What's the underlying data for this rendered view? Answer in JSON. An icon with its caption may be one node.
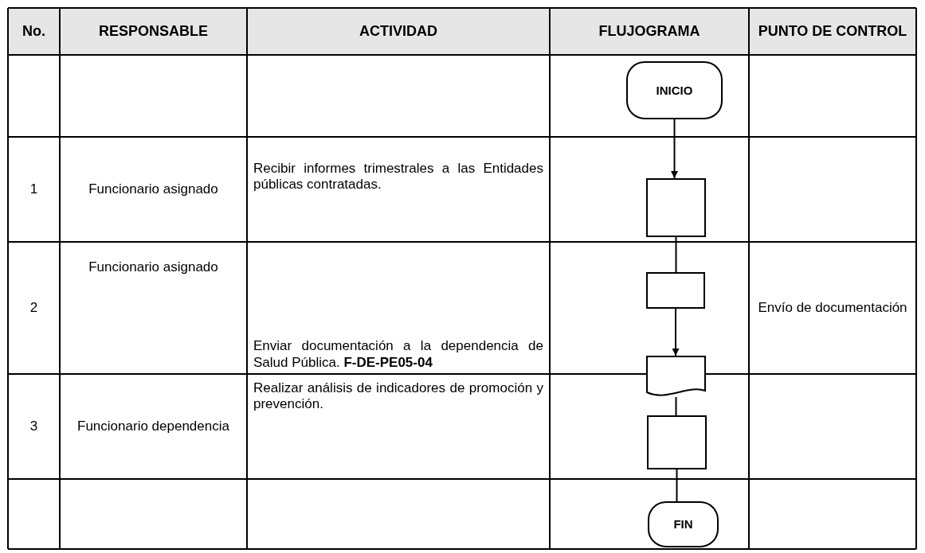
{
  "diagram": {
    "nodes": [
      {
        "text": [
          "INICIO"
        ]
      },
      {
        "text": [],
        "shape": "box"
      },
      {
        "text": [],
        "shape": "box"
      },
      {
        "text": [],
        "shape": "document"
      },
      {
        "text": [],
        "shape": "box"
      },
      {
        "text": [
          "FIN"
        ]
      }
    ],
    "edges": [
      {
        "from": 0,
        "to": 1,
        "arrow": "to"
      },
      {
        "from": 1,
        "to": 2,
        "arrow": "none"
      },
      {
        "from": 2,
        "to": 3,
        "arrow": "to"
      },
      {
        "from": 3,
        "to": 4,
        "arrow": "none"
      },
      {
        "from": 4,
        "to": 5,
        "arrow": "none"
      }
    ],
    "labels": [
      "No.",
      "RESPONSABLE",
      "ACTIVIDAD",
      "FLUJOGRAMA",
      "PUNTO DE CONTROL",
      "1",
      "Funcionario asignado",
      "Recibir informes trimestrales a las Entidades públicas contratadas.",
      "2",
      "Funcionario asignado",
      "Enviar documentación a la dependencia de Salud Pública. **F-DE-PE05-04**",
      "Envío de documentación",
      "3",
      "Funcionario dependencia",
      "Realizar análisis de indicadores de promoción y prevención."
    ]
  }
}
